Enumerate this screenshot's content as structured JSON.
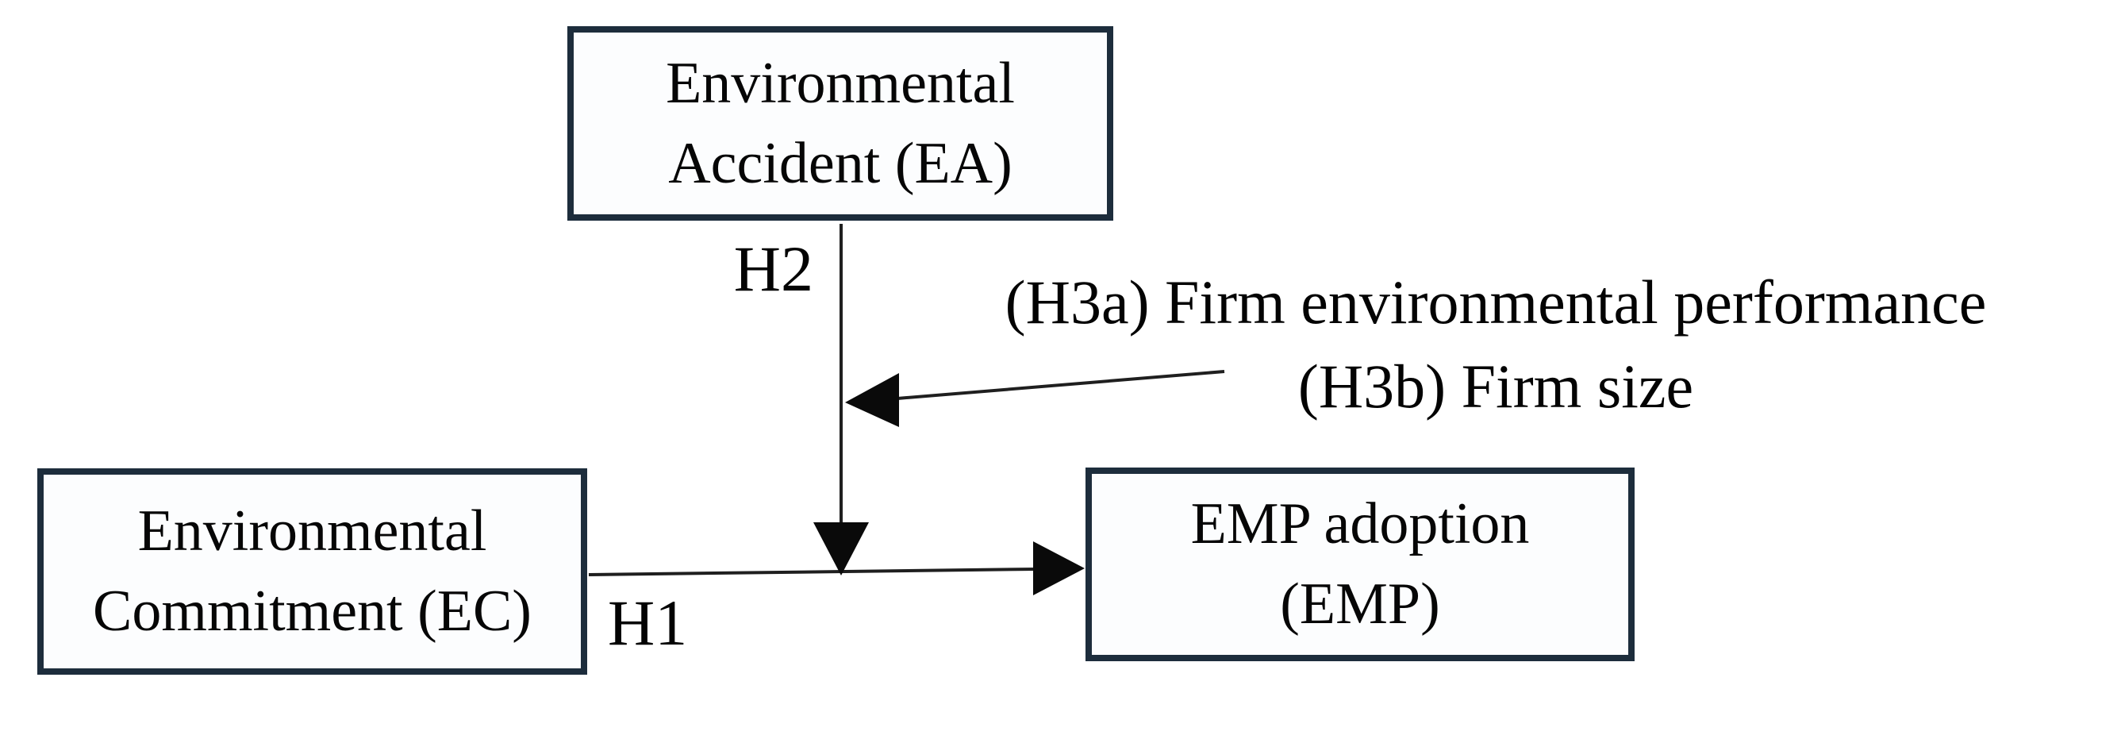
{
  "diagram": {
    "boxes": [
      {
        "id": "ea",
        "line1": "Environmental",
        "line2": "Accident (EA)"
      },
      {
        "id": "ec",
        "line1": "Environmental",
        "line2": "Commitment (EC)"
      },
      {
        "id": "emp",
        "line1": "EMP adoption",
        "line2": "(EMP)"
      }
    ],
    "labels": {
      "h1": "H1",
      "h2": "H2",
      "h3a": "(H3a) Firm environmental performance",
      "h3b": "(H3b) Firm size"
    },
    "arrows": [
      {
        "id": "h1-arrow",
        "from": "Environmental Commitment (EC)",
        "to": "EMP adoption (EMP)",
        "label": "H1",
        "type": "direct"
      },
      {
        "id": "h2-arrow",
        "from": "Environmental Accident (EA)",
        "to": "EC-EMP path",
        "label": "H2",
        "type": "direct"
      },
      {
        "id": "h3-moderation-arrow",
        "from": "(H3a) Firm environmental performance / (H3b) Firm size",
        "to": "EA-EMP path",
        "label": "",
        "type": "moderation"
      }
    ],
    "colors": {
      "box_border": "#1d2d3c",
      "box_fill": "#fcfdfe",
      "arrow": "#1f1f1f",
      "text": "#030303",
      "background": "#ffffff"
    }
  }
}
